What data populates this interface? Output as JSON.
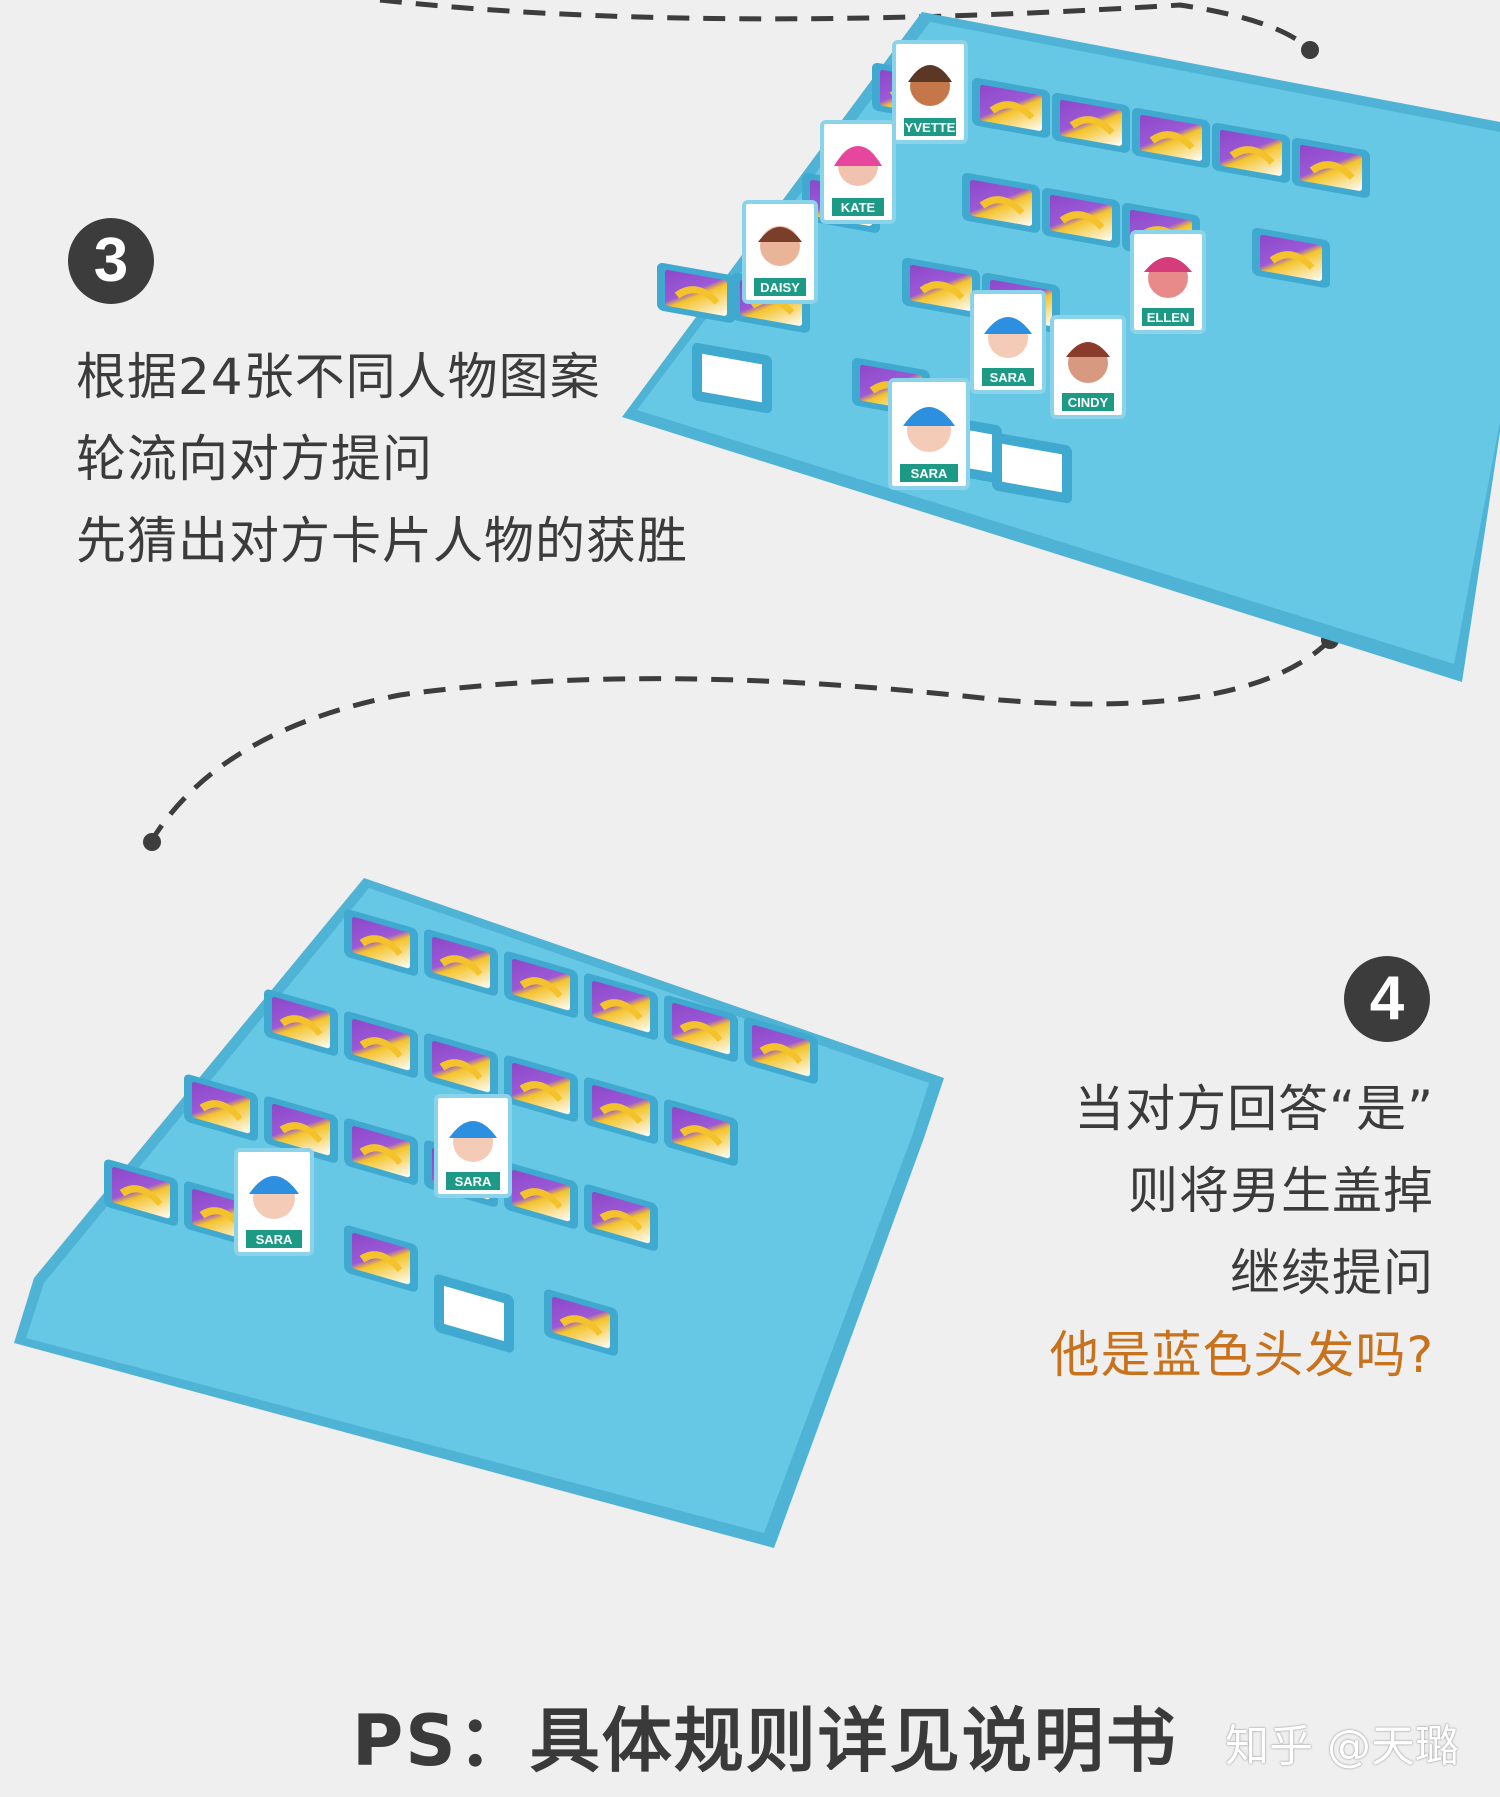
{
  "step3": {
    "number": "3",
    "lines": [
      "根据24张不同人物图案",
      "轮流向对方提问",
      "先猜出对方卡片人物的获胜"
    ]
  },
  "step4": {
    "number": "4",
    "lines": [
      "当对方回答“是”",
      "则将男生盖掉",
      "继续提问"
    ],
    "question": "他是蓝色头发吗?"
  },
  "footer": {
    "note": "PS：具体规则详见说明书"
  },
  "watermark": "知乎 @天璐",
  "top_board_cards": [
    "YVETTE",
    "KATE",
    "DAISY",
    "ELLEN",
    "SARA",
    "CINDY",
    "SARA"
  ],
  "bottom_board_cards": [
    "SARA",
    "SARA"
  ],
  "colors": {
    "board": "#5ec3e2",
    "board_edge": "#3ea8cc",
    "accent_text": "#c9721d",
    "badge": "#3c3c3c"
  }
}
